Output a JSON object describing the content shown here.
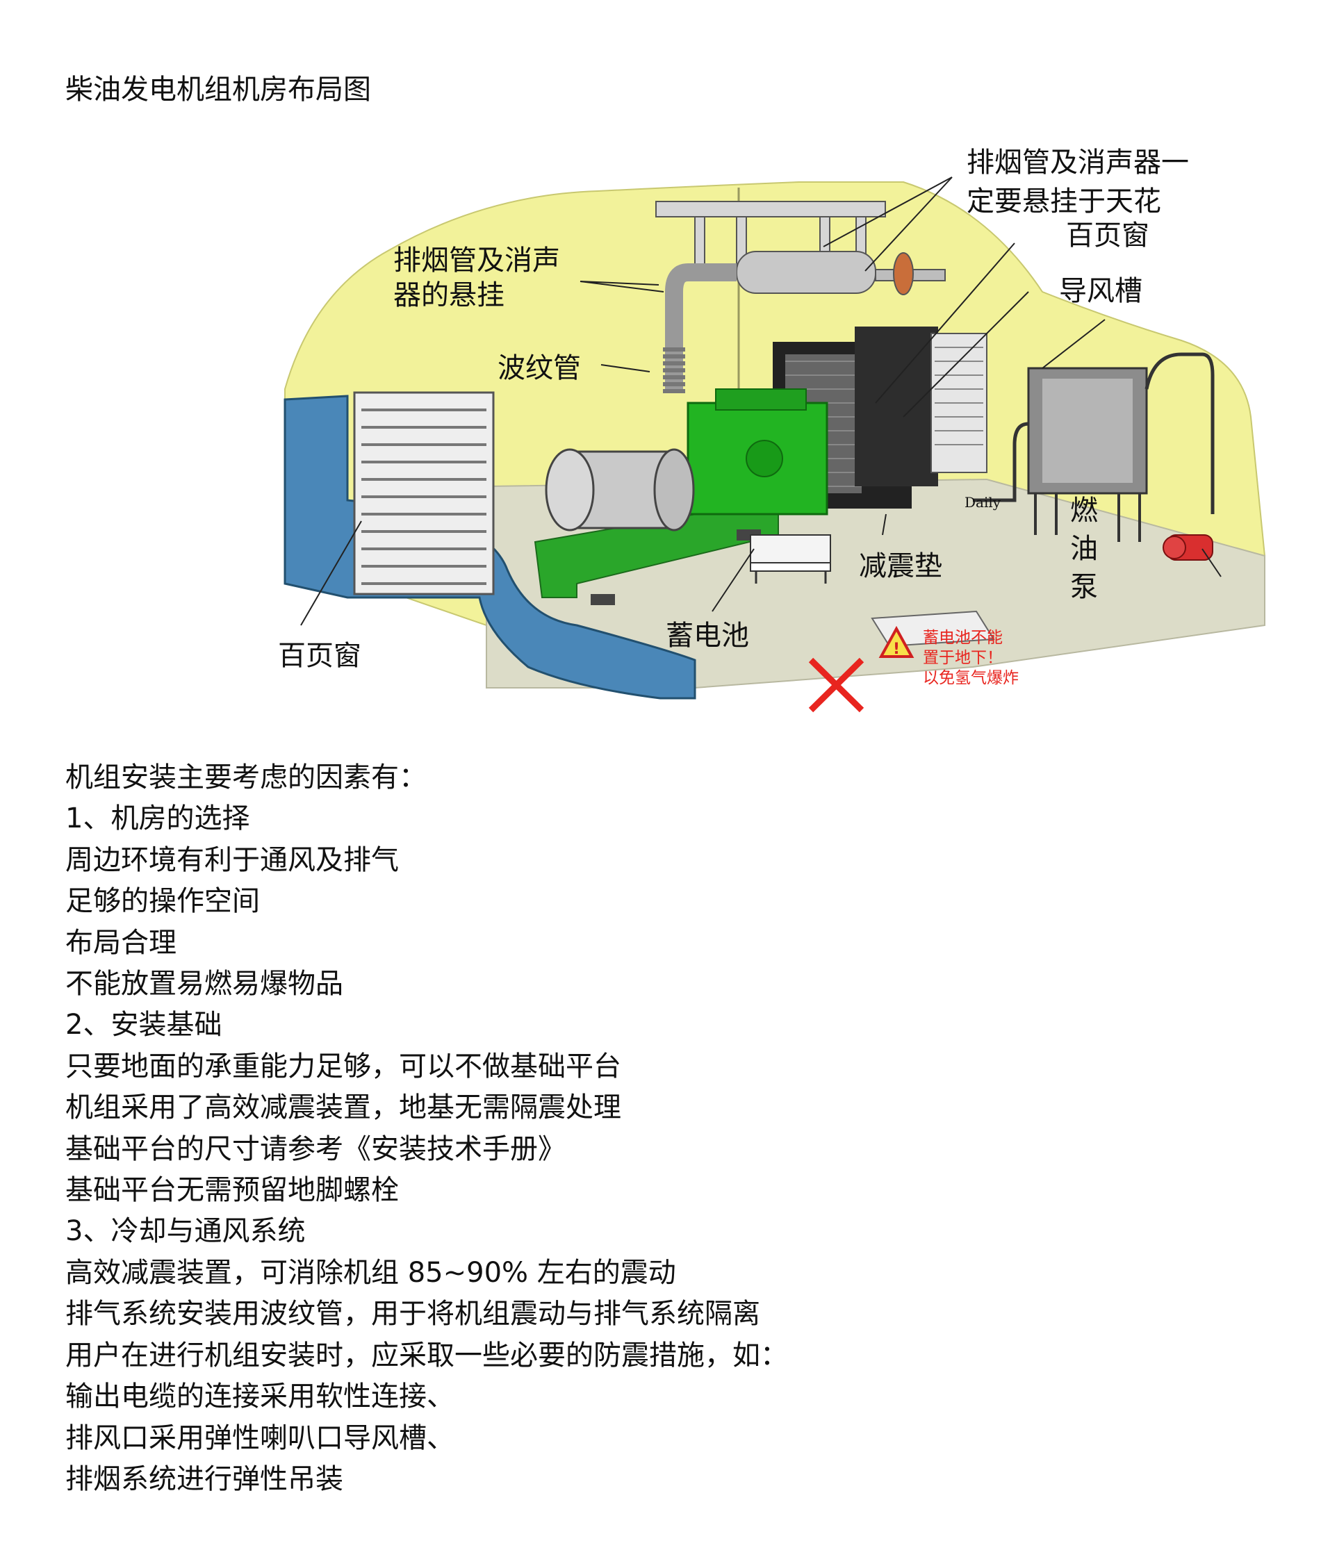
{
  "title": "柴油发电机组机房布局图",
  "diagram": {
    "labels": {
      "exhaust_ceiling": [
        "排烟管及消声器一",
        "定要悬挂于天花"
      ],
      "louver_top": "百页窗",
      "air_duct": "导风槽",
      "exhaust_hang": [
        "排烟管及消声",
        "器的悬挂"
      ],
      "bellows": "波纹管",
      "louver_left": "百页窗",
      "damper_pad": "减震垫",
      "battery": "蓄电池",
      "fuel_pump": [
        "燃",
        "油",
        "泵"
      ],
      "daily_tank": "Daily",
      "warning": [
        "蓄电池不能",
        "置于地下！",
        "以免氢气爆炸"
      ]
    },
    "colors": {
      "wall": "#f2f29a",
      "floor": "#dcdcc8",
      "blue_wall": "#4a87b8",
      "engine": "#22b422",
      "base": "#2aa62a",
      "warning": "#e8251f",
      "pump_label": "#5fb7df"
    },
    "icons": [
      "warning-triangle-icon",
      "prohibited-cross-icon"
    ]
  },
  "content": [
    "机组安装主要考虑的因素有：",
    "1、机房的选择",
    "周边环境有利于通风及排气",
    "足够的操作空间",
    "布局合理",
    "不能放置易燃易爆物品",
    "2、安装基础",
    "只要地面的承重能力足够，可以不做基础平台",
    "机组采用了高效减震装置，地基无需隔震处理",
    "基础平台的尺寸请参考《安装技术手册》",
    "基础平台无需预留地脚螺栓",
    "3、冷却与通风系统",
    "高效减震装置，可消除机组 85~90% 左右的震动",
    "排气系统安装用波纹管，用于将机组震动与排气系统隔离",
    "用户在进行机组安装时，应采取一些必要的防震措施，如：",
    "输出电缆的连接采用软性连接、",
    "排风口采用弹性喇叭口导风槽、",
    "排烟系统进行弹性吊装"
  ]
}
